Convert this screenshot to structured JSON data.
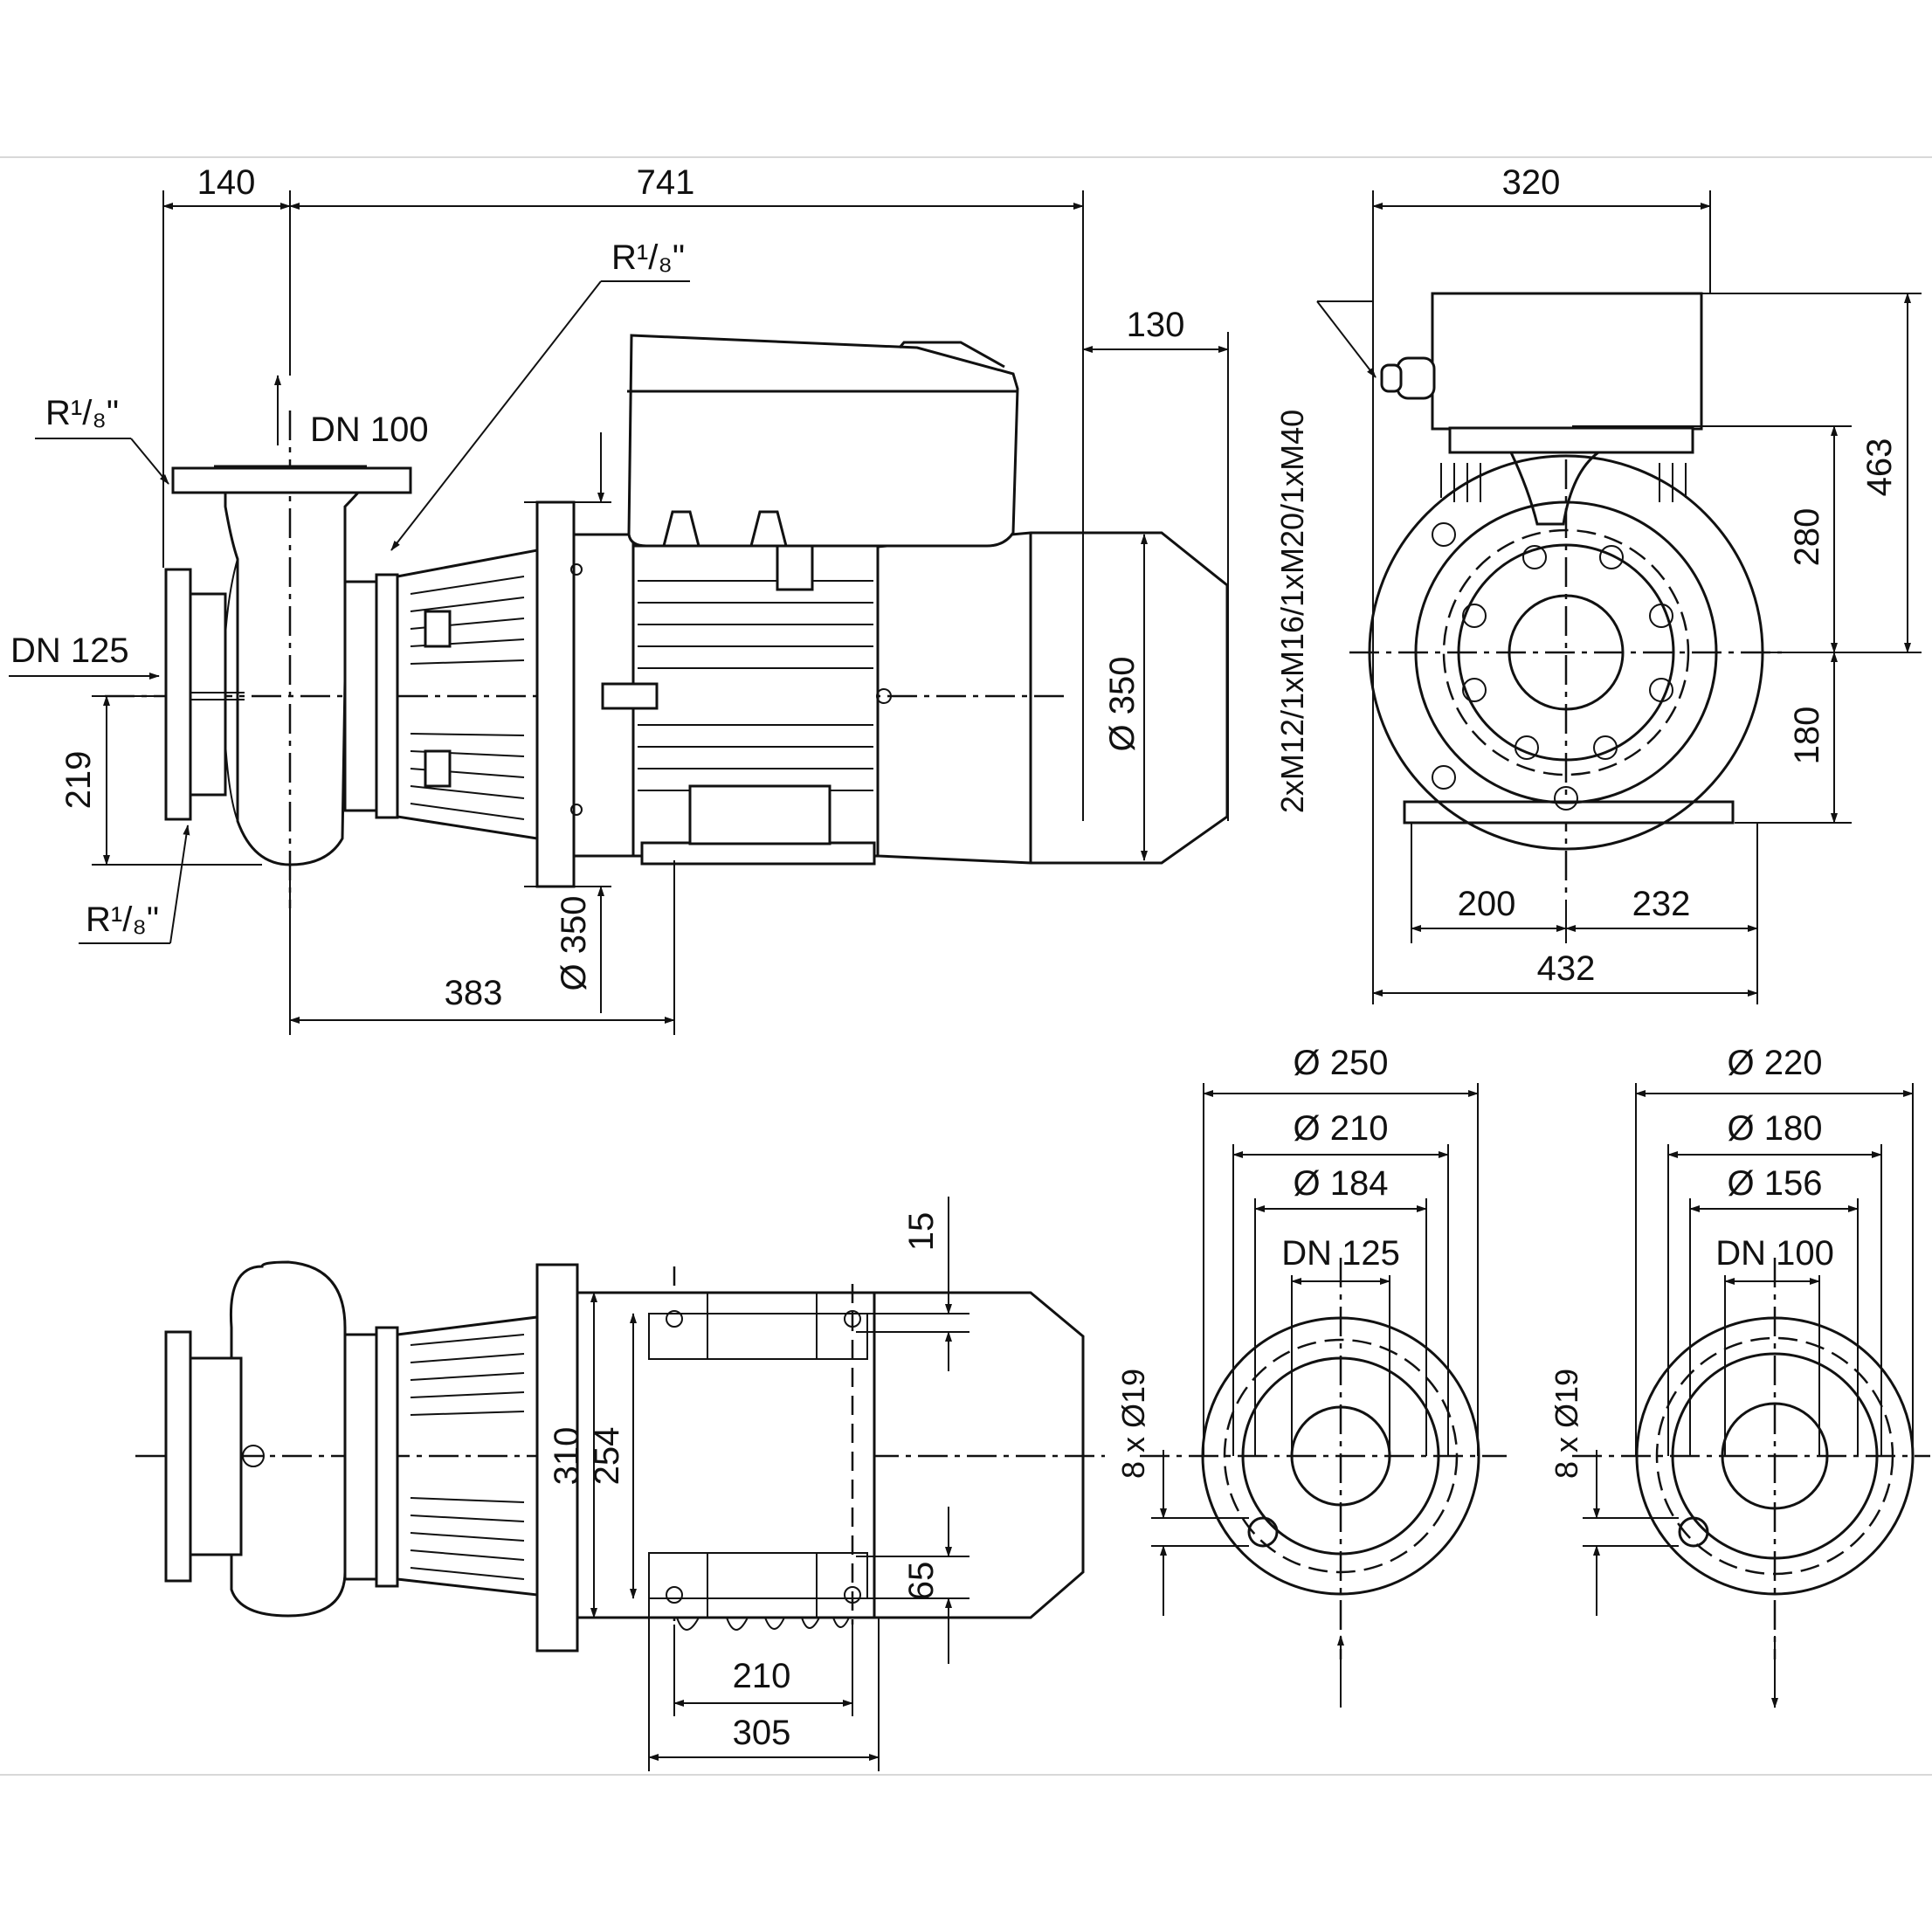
{
  "labels": {
    "dim_140": "140",
    "dim_741": "741",
    "dim_130": "130",
    "dim_320": "320",
    "dim_463": "463",
    "dim_280": "280",
    "dim_180": "180",
    "dim_200": "200",
    "dim_232": "232",
    "dim_432": "432",
    "dim_219": "219",
    "dim_383": "383",
    "dia_350_motor": "Ø 350",
    "dia_350_flange": "Ø 350",
    "dn_100_top": "DN 100",
    "dn_125_side": "DN 125",
    "r18_left": "R¹/₈\"",
    "r18_top": "R¹/₈\"",
    "r18_bottom": "R¹/₈\"",
    "cable_glands": "2xM12/1xM16/1xM20/1xM40",
    "dim_15": "15",
    "dim_65": "65",
    "dim_310": "310",
    "dim_254": "254",
    "dim_210_base": "210",
    "dim_305": "305",
    "flange125_d250": "Ø 250",
    "flange125_d210": "Ø 210",
    "flange125_d184": "Ø 184",
    "flange125_dn": "DN 125",
    "flange125_holes": "8 x Ø19",
    "flange100_d220": "Ø 220",
    "flange100_d180": "Ø 180",
    "flange100_d156": "Ø 156",
    "flange100_dn": "DN 100",
    "flange100_holes": "8 x Ø19"
  }
}
